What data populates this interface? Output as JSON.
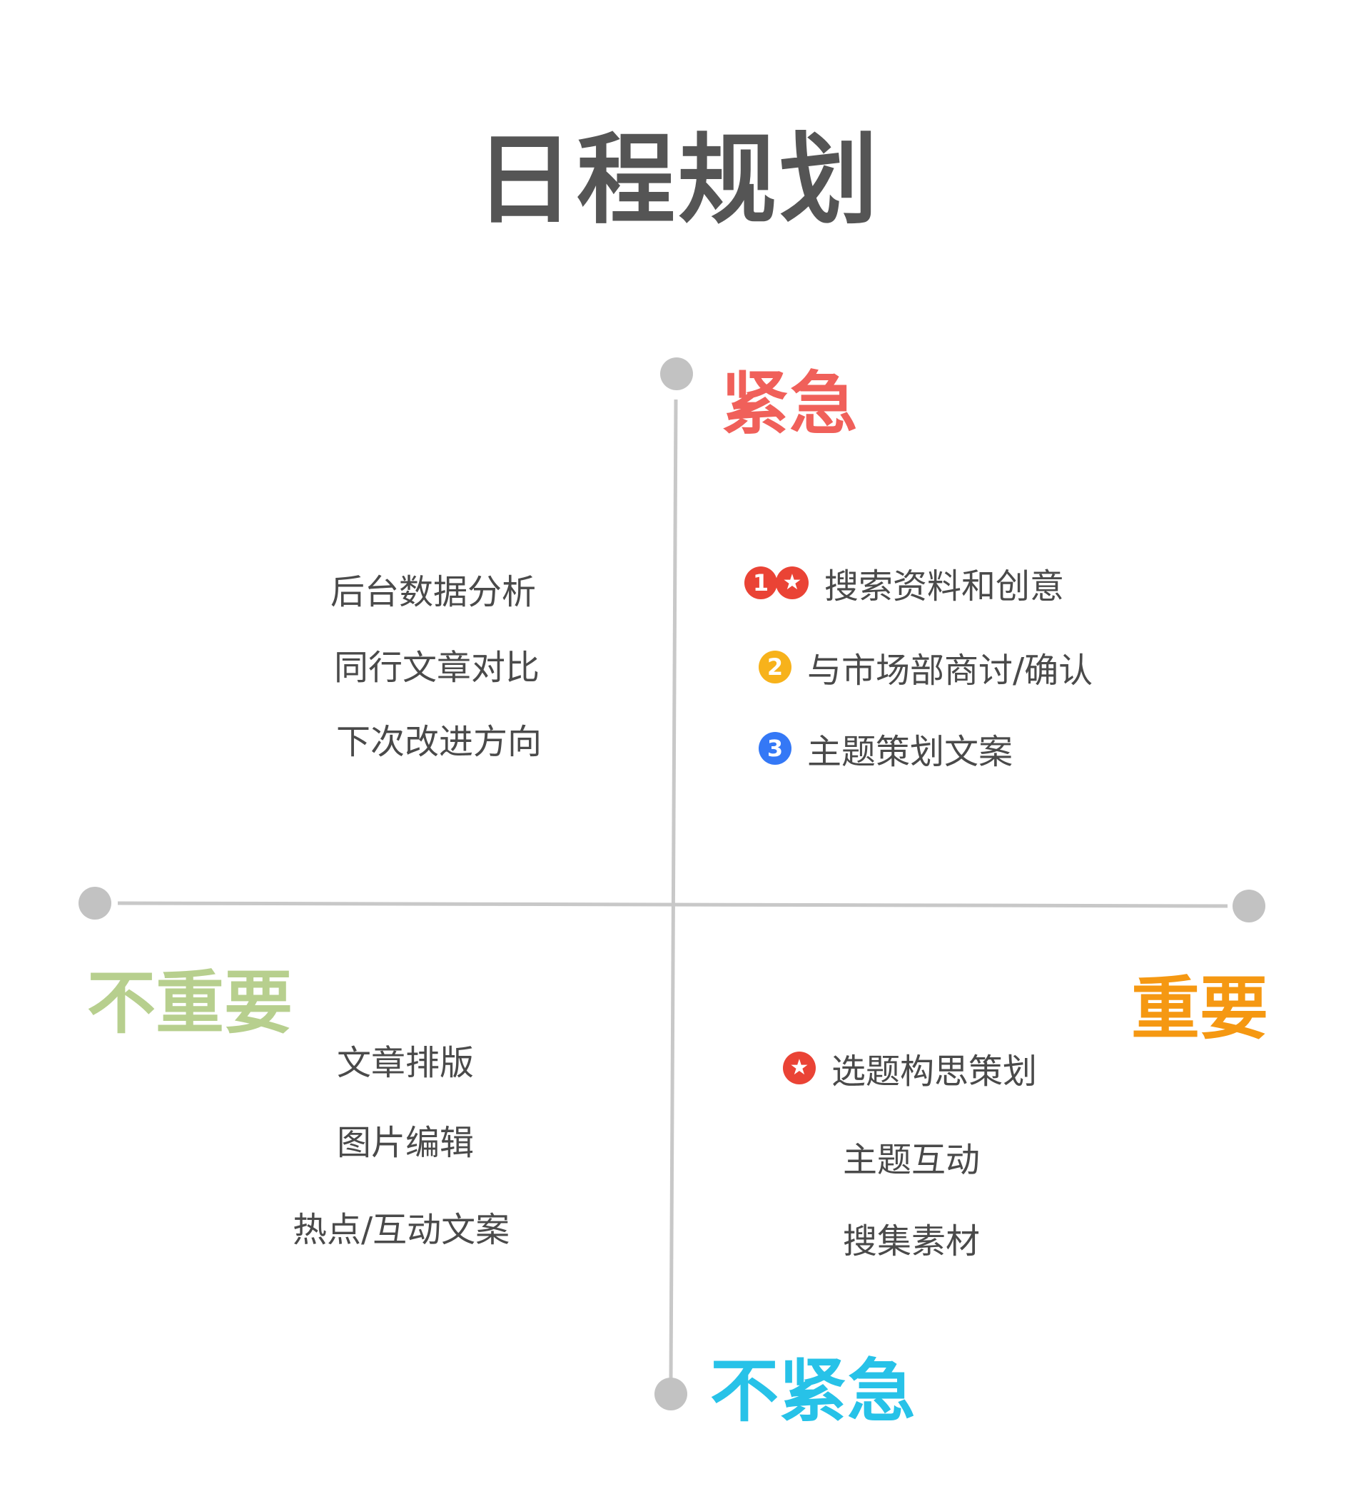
{
  "title": "日程规划",
  "axes": {
    "top": {
      "label": "紧急",
      "color": "#f0605a"
    },
    "bottom": {
      "label": "不紧急",
      "color": "#27c2e8"
    },
    "left": {
      "label": "不重要",
      "color": "#b7cf8e"
    },
    "right": {
      "label": "重要",
      "color": "#f59812"
    },
    "line_color": "#c8c8c8",
    "dot_color": "#c2c2c2"
  },
  "quadrants": {
    "urgent_unimportant": {
      "items": [
        {
          "text": "后台数据分析"
        },
        {
          "text": "同行文章对比"
        },
        {
          "text": "下次改进方向"
        }
      ]
    },
    "urgent_important": {
      "items": [
        {
          "text": "搜索资料和创意",
          "badges": [
            {
              "glyph": "1",
              "color": "#ea4335"
            },
            {
              "glyph": "★",
              "color": "#ea4335"
            }
          ]
        },
        {
          "text": "与市场部商讨/确认",
          "badges": [
            {
              "glyph": "2",
              "color": "#f7b21b"
            }
          ]
        },
        {
          "text": "主题策划文案",
          "badges": [
            {
              "glyph": "3",
              "color": "#3478f6"
            }
          ]
        }
      ]
    },
    "not_urgent_unimportant": {
      "items": [
        {
          "text": "文章排版"
        },
        {
          "text": "图片编辑"
        },
        {
          "text": "热点/互动文案"
        }
      ]
    },
    "not_urgent_important": {
      "items": [
        {
          "text": "选题构思策划",
          "badges": [
            {
              "glyph": "★",
              "color": "#ea4335"
            }
          ]
        },
        {
          "text": "主题互动"
        },
        {
          "text": "搜集素材"
        }
      ]
    }
  }
}
